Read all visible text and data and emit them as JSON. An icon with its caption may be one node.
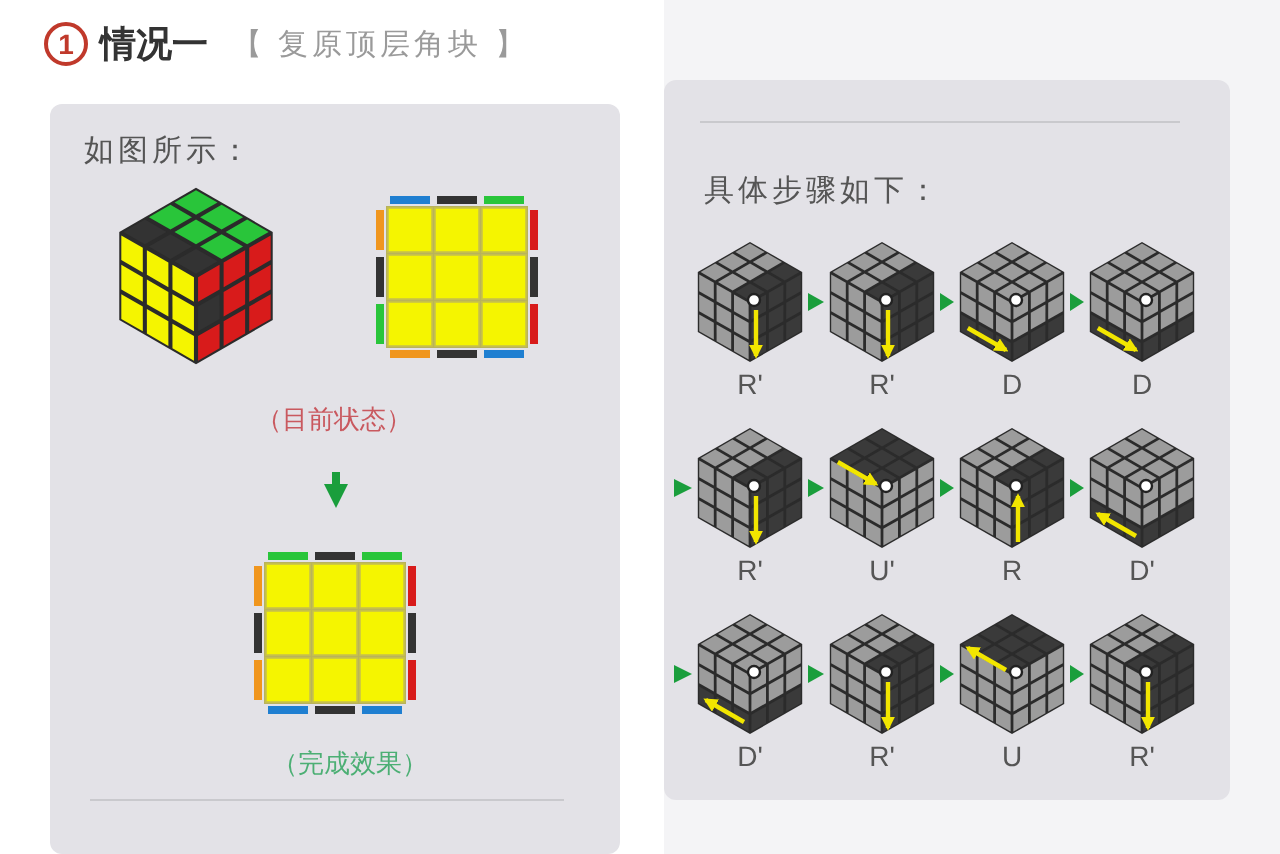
{
  "diagram": {
    "title": "情况一",
    "nodes": [
      {
        "text": [],
        "shape": "picture"
      },
      {
        "text": [],
        "shape": "picture"
      },
      {
        "text": [],
        "shape": "picture"
      },
      {
        "text": [],
        "shape": "picture",
        "beside": [
          "R'"
        ]
      },
      {
        "text": [],
        "shape": "picture",
        "beside": [
          "R'"
        ]
      },
      {
        "text": [],
        "shape": "picture",
        "beside": [
          "D"
        ]
      },
      {
        "text": [],
        "shape": "picture",
        "beside": [
          "D"
        ]
      },
      {
        "text": [],
        "shape": "picture",
        "beside": [
          "R'"
        ]
      },
      {
        "text": [],
        "shape": "picture",
        "beside": [
          "U'"
        ]
      },
      {
        "text": [],
        "shape": "picture",
        "beside": [
          "R"
        ]
      },
      {
        "text": [],
        "shape": "picture",
        "beside": [
          "D'"
        ]
      },
      {
        "text": [],
        "shape": "picture",
        "beside": [
          "D'"
        ]
      },
      {
        "text": [],
        "shape": "picture",
        "beside": [
          "R'"
        ]
      },
      {
        "text": [],
        "shape": "picture",
        "beside": [
          "U"
        ]
      },
      {
        "text": [],
        "shape": "picture",
        "beside": [
          "R'"
        ]
      }
    ],
    "edges": [
      {
        "from": null,
        "to": 2,
        "arrow": "to"
      },
      {
        "from": 3,
        "to": 4,
        "arrow": "to"
      },
      {
        "from": 4,
        "to": 5,
        "arrow": "to"
      },
      {
        "from": 5,
        "to": 6,
        "arrow": "to"
      },
      {
        "from": null,
        "to": 7,
        "arrow": "to"
      },
      {
        "from": 7,
        "to": 8,
        "arrow": "to"
      },
      {
        "from": 8,
        "to": 9,
        "arrow": "to"
      },
      {
        "from": 9,
        "to": 10,
        "arrow": "to"
      },
      {
        "from": null,
        "to": 11,
        "arrow": "to"
      },
      {
        "from": 11,
        "to": 12,
        "arrow": "to"
      },
      {
        "from": 12,
        "to": 13,
        "arrow": "to"
      },
      {
        "from": 13,
        "to": 14,
        "arrow": "to"
      }
    ],
    "labels": [
      "1",
      "【 复原顶层角块 】",
      "如图所示：",
      "（目前状态）",
      "（完成效果）",
      "具体步骤如下："
    ]
  }
}
